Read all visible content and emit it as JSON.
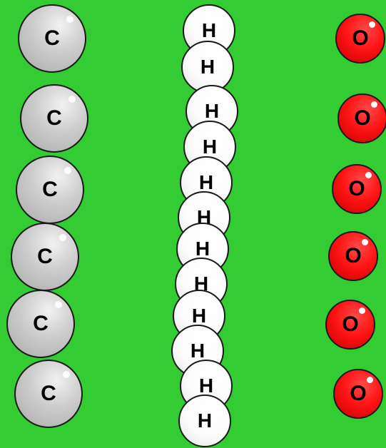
{
  "colors": {
    "background": "#33cc33",
    "carbon": "#c8c8c8",
    "hydrogen": "#ffffff",
    "oxygen": "#ff1a1a",
    "outline": "#1a1a1a"
  },
  "carbon_atoms": [
    {
      "symbol": "C"
    },
    {
      "symbol": "C"
    },
    {
      "symbol": "C"
    },
    {
      "symbol": "C"
    },
    {
      "symbol": "C"
    },
    {
      "symbol": "C"
    }
  ],
  "hydrogen_atoms": [
    {
      "symbol": "H"
    },
    {
      "symbol": "H"
    },
    {
      "symbol": "H"
    },
    {
      "symbol": "H"
    },
    {
      "symbol": "H"
    },
    {
      "symbol": "H"
    },
    {
      "symbol": "H"
    },
    {
      "symbol": "H"
    },
    {
      "symbol": "H"
    },
    {
      "symbol": "H"
    },
    {
      "symbol": "H"
    },
    {
      "symbol": "H"
    }
  ],
  "oxygen_atoms": [
    {
      "symbol": "O"
    },
    {
      "symbol": "O"
    },
    {
      "symbol": "O"
    },
    {
      "symbol": "O"
    },
    {
      "symbol": "O"
    },
    {
      "symbol": "O"
    }
  ]
}
